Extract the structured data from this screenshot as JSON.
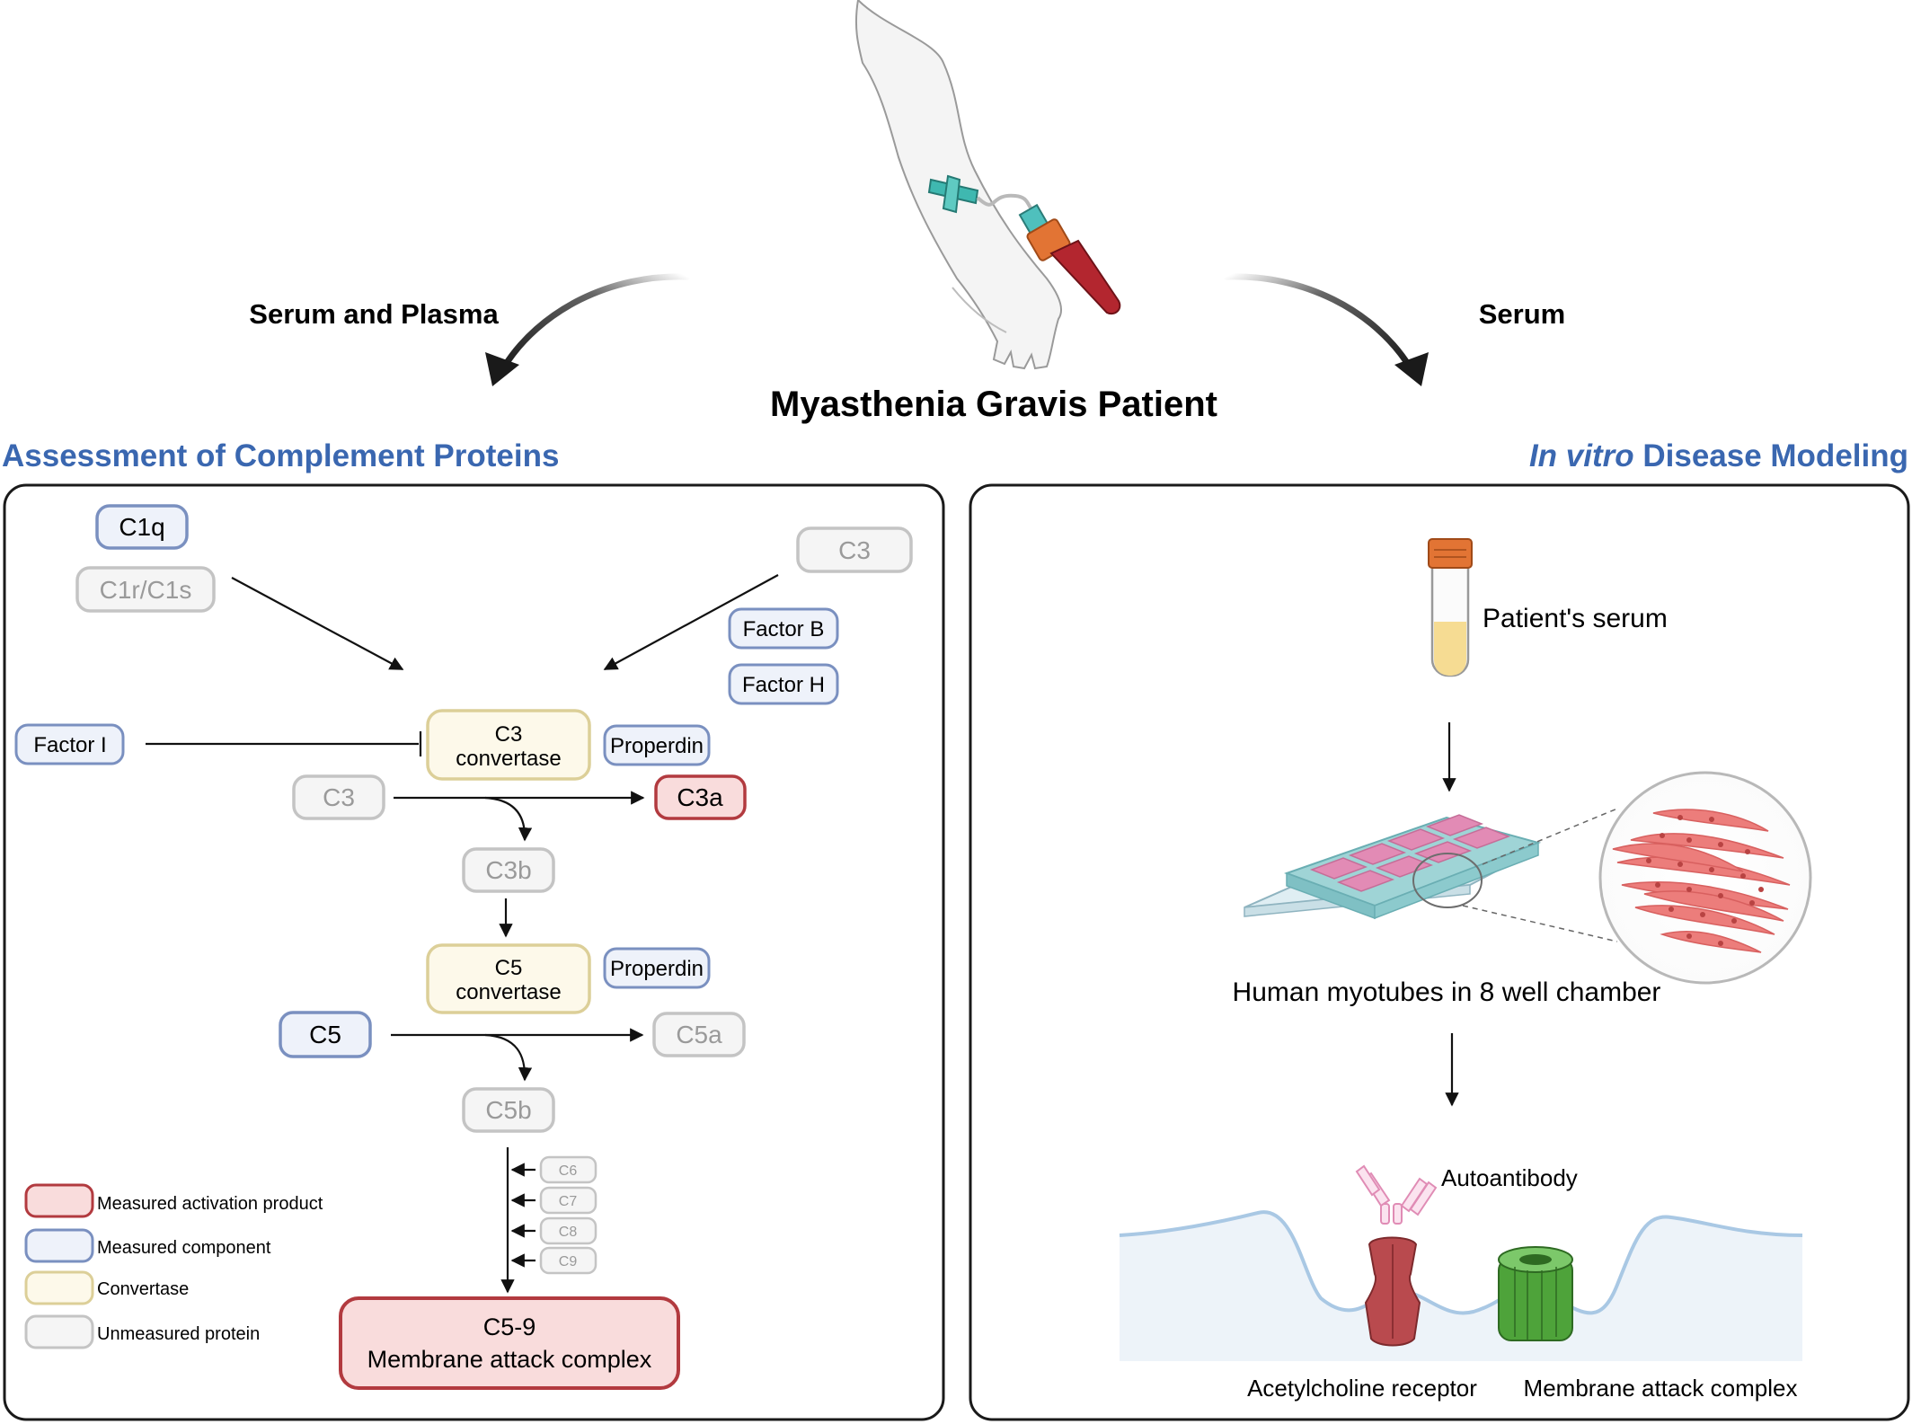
{
  "top": {
    "patient_label": "Myasthenia Gravis Patient",
    "left_arrow_label": "Serum and Plasma",
    "right_arrow_label": "Serum"
  },
  "left_panel": {
    "title": "Assessment of Complement Proteins",
    "nodes": {
      "c1q": "C1q",
      "c1r_c1s": "C1r/C1s",
      "c3_top": "C3",
      "factor_b": "Factor B",
      "factor_h": "Factor H",
      "factor_i": "Factor I",
      "c3_convertase_line1": "C3",
      "c3_convertase_line2": "convertase",
      "properdin_1": "Properdin",
      "c3_mid": "C3",
      "c3a": "C3a",
      "c3b": "C3b",
      "c5_convertase_line1": "C5",
      "c5_convertase_line2": "convertase",
      "properdin_2": "Properdin",
      "c5": "C5",
      "c5a": "C5a",
      "c5b": "C5b",
      "c6": "C6",
      "c7": "C7",
      "c8": "C8",
      "c9": "C9",
      "mac_line1": "C5-9",
      "mac_line2": "Membrane attack complex"
    },
    "legend": [
      "Measured activation product",
      "Measured component",
      "Convertase",
      "Unmeasured protein"
    ]
  },
  "right_panel": {
    "title_italic": "In vitro",
    "title_rest": " Disease Modeling",
    "serum_label": "Patient's serum",
    "chamber_label": "Human myotubes in 8 well chamber",
    "autoantibody_label": "Autoantibody",
    "achr_label": "Acetylcholine receptor",
    "mac_label": "Membrane attack complex"
  },
  "colors": {
    "title_blue": "#3a67b0",
    "activation_fill": "#f9dcdc",
    "activation_stroke": "#b23a3f",
    "component_fill": "#eef2fa",
    "component_stroke": "#7a90c0",
    "convertase_fill": "#fdf9ea",
    "convertase_stroke": "#dccf98",
    "unmeasured_fill": "#f5f5f5",
    "unmeasured_stroke": "#c4c4c4"
  }
}
